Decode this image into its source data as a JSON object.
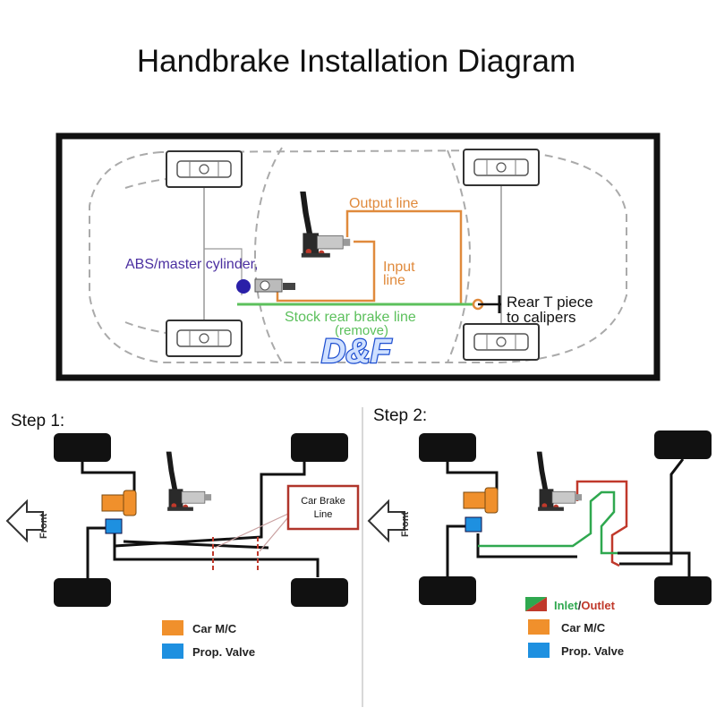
{
  "title": "Handbrake Installation Diagram",
  "top_diagram": {
    "labels": {
      "abs": "ABS/master cylinder,",
      "output": "Output line",
      "input_1": "Input",
      "input_2": "line",
      "stock": "Stock rear brake line",
      "remove": "(remove)",
      "rear_t_1": "Rear T piece",
      "rear_t_2": "to calipers"
    },
    "watermark": "D&F"
  },
  "step1": {
    "heading": "Step 1:",
    "front": "Front",
    "box_line_1": "Car Brake",
    "box_line_2": "Line",
    "legend": [
      {
        "label": "Car M/C",
        "color": "#f0902c"
      },
      {
        "label": "Prop. Valve",
        "color": "#1e90e0"
      }
    ]
  },
  "step2": {
    "heading": "Step 2:",
    "front": "Front",
    "legend_inlet": "Inlet",
    "legend_slash": "/",
    "legend_outlet": "Outlet",
    "legend": [
      {
        "label": "Car M/C",
        "color": "#f0902c"
      },
      {
        "label": "Prop. Valve",
        "color": "#1e90e0"
      }
    ]
  },
  "colors": {
    "orange_line": "#e08a3c",
    "green_line": "#5cc05c",
    "purple_text": "#4b2fa0",
    "red_line": "#c0392b",
    "green_pipe": "#2fa84f"
  }
}
